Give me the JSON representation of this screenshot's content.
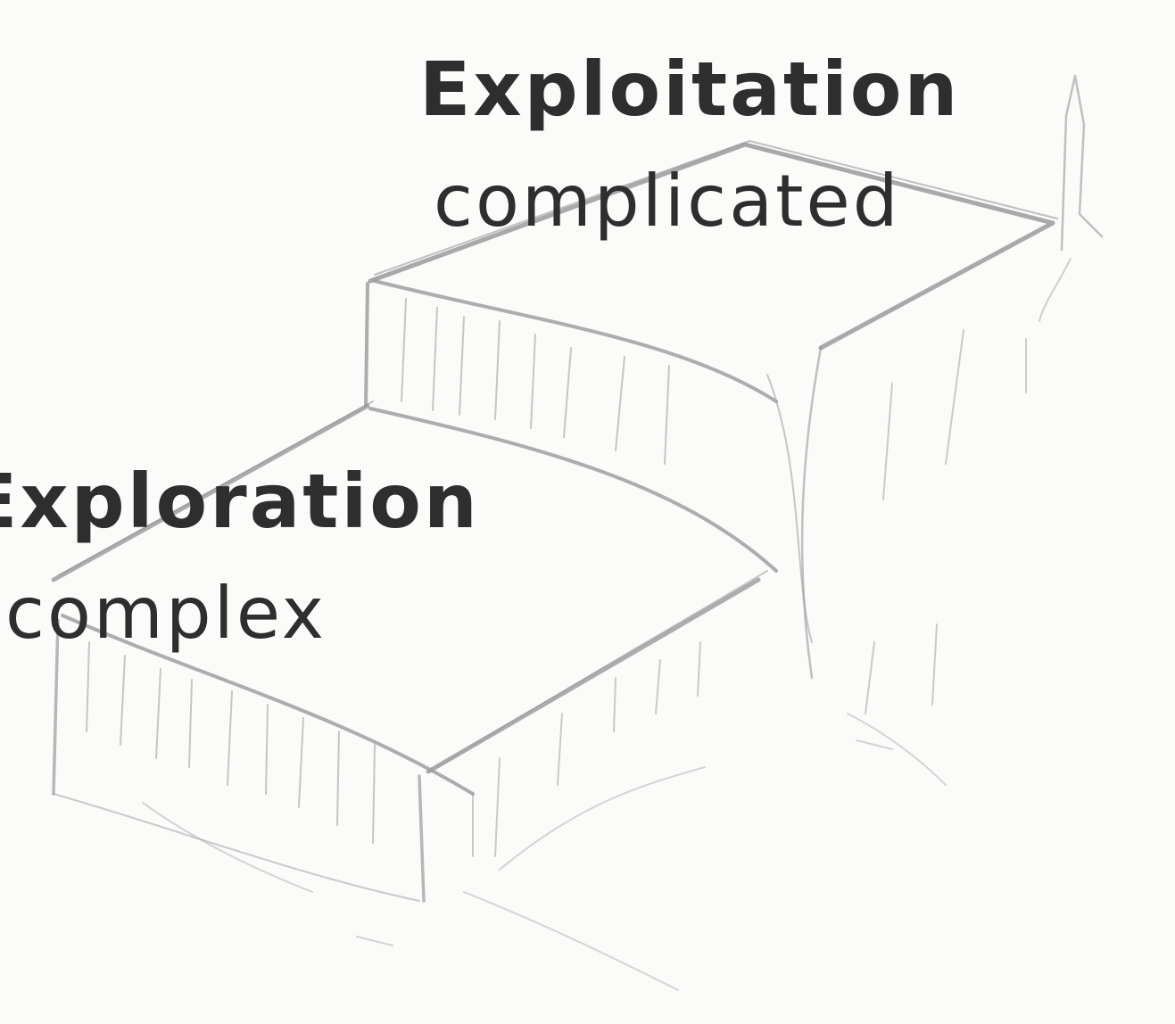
{
  "steps": {
    "upper": {
      "title": "Exploitation",
      "subtitle": "complicated"
    },
    "lower": {
      "title": "Exploration",
      "subtitle": "complex"
    }
  },
  "colors": {
    "pencil": "#9a9a9a",
    "ink": "#2e2e2e",
    "paper": "#fbfbfa"
  }
}
